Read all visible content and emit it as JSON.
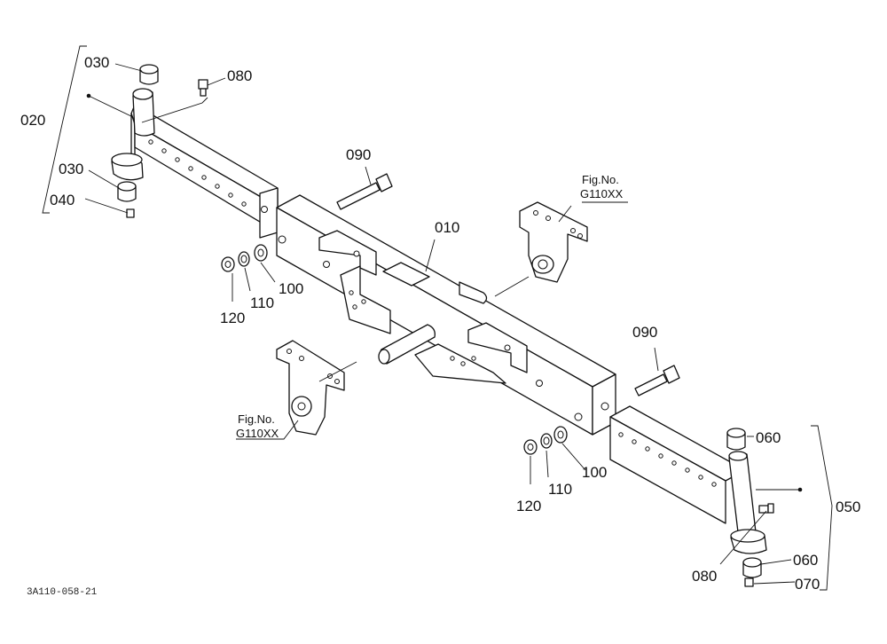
{
  "labels": {
    "p010": "010",
    "p020": "020",
    "p030_top": "030",
    "p030_mid": "030",
    "p040": "040",
    "p050": "050",
    "p060_top": "060",
    "p060_bottom": "060",
    "p070": "070",
    "p080_top": "080",
    "p080_bottom": "080",
    "p090_left": "090",
    "p090_right": "090",
    "p100_left": "100",
    "p100_right": "100",
    "p110_left": "110",
    "p110_right": "110",
    "p120_left": "120",
    "p120_right": "120"
  },
  "fig_refs": {
    "upper_fig": "Fig.No.",
    "upper_code": "G110XX",
    "lower_fig": "Fig.No.",
    "lower_code": "G110XX"
  },
  "drawing_code": "3A110-058-21"
}
